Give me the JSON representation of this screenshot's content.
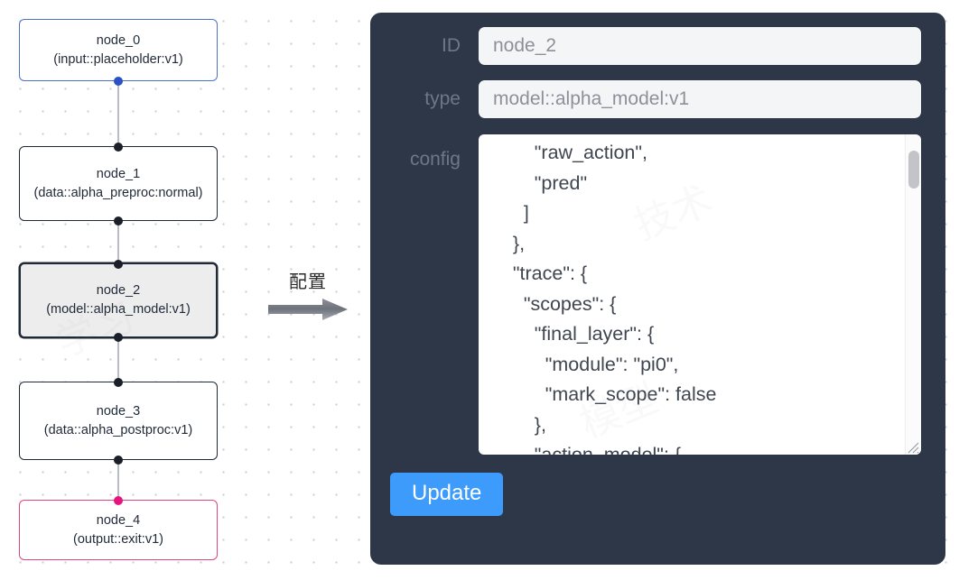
{
  "canvas": {
    "grid": "dotted",
    "background": "#ffffff",
    "dot_color": "#c9ccd4"
  },
  "graph": {
    "nodes": [
      {
        "id": "node_0",
        "title": "node_0",
        "subtitle": "(input::placeholder:v1)",
        "role": "input",
        "accent": "#4a74c9",
        "selected": false
      },
      {
        "id": "node_1",
        "title": "node_1",
        "subtitle": "(data::alpha_preproc:normal)",
        "role": "data",
        "accent": "#1f2937",
        "selected": false
      },
      {
        "id": "node_2",
        "title": "node_2",
        "subtitle": "(model::alpha_model:v1)",
        "role": "model",
        "accent": "#1f2937",
        "selected": true
      },
      {
        "id": "node_3",
        "title": "node_3",
        "subtitle": "(data::alpha_postproc:v1)",
        "role": "data",
        "accent": "#1f2937",
        "selected": false
      },
      {
        "id": "node_4",
        "title": "node_4",
        "subtitle": "(output::exit:v1)",
        "role": "output",
        "accent": "#e4447f",
        "selected": false
      }
    ],
    "edges": [
      {
        "from": "node_0",
        "to": "node_1"
      },
      {
        "from": "node_1",
        "to": "node_2"
      },
      {
        "from": "node_2",
        "to": "node_3"
      },
      {
        "from": "node_3",
        "to": "node_4"
      }
    ]
  },
  "annotation": {
    "text": "配置",
    "icon": "arrow-right-icon"
  },
  "inspector": {
    "panel_color": "#2d3748",
    "fields": {
      "id": {
        "label": "ID",
        "value": "node_2",
        "placeholder": "node_2"
      },
      "type": {
        "label": "type",
        "value": "model::alpha_model:v1",
        "placeholder": "model::alpha_model:v1"
      },
      "config": {
        "label": "config",
        "value": "        \"raw_action\",\n        \"pred\"\n      ]\n    },\n    \"trace\": {\n      \"scopes\": {\n        \"final_layer\": {\n          \"module\": \"pi0\",\n          \"mark_scope\": false\n        },\n        \"action_model\": {",
        "scrollbar": {
          "visible": true,
          "thumb_color": "#c2c4c7"
        },
        "resize_handle": "resize-grip-icon"
      }
    },
    "update_button": {
      "label": "Update",
      "color": "#3d9bfb"
    }
  }
}
